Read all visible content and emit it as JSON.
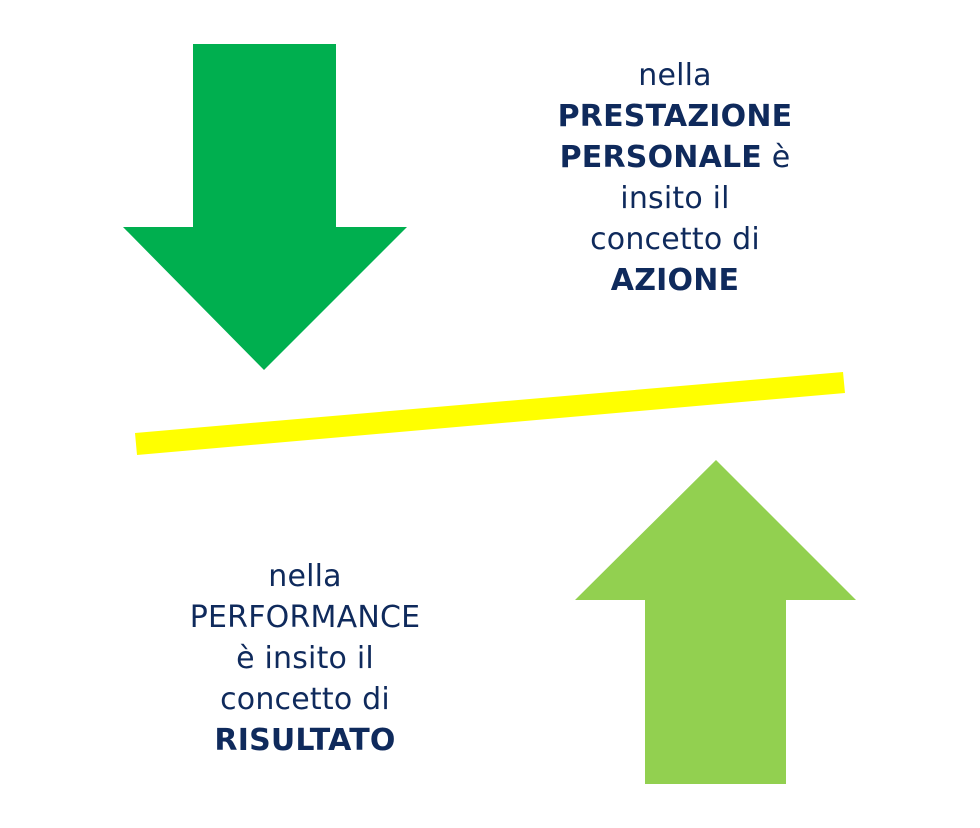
{
  "colors": {
    "down_arrow": "#00af4f",
    "up_arrow": "#92d050",
    "divider": "#ffff00",
    "text": "#0f2a5c"
  },
  "top_text": {
    "line1": "nella",
    "line2": "PRESTAZIONE",
    "line3_bold": "PERSONALE",
    "line3_rest": " è",
    "line4": "insito il",
    "line5": "concetto di",
    "line6": "AZIONE"
  },
  "bottom_text": {
    "line1": "nella",
    "line2": "PERFORMANCE",
    "line3": "è insito il",
    "line4": "concetto di",
    "line5": "RISULTATO"
  }
}
